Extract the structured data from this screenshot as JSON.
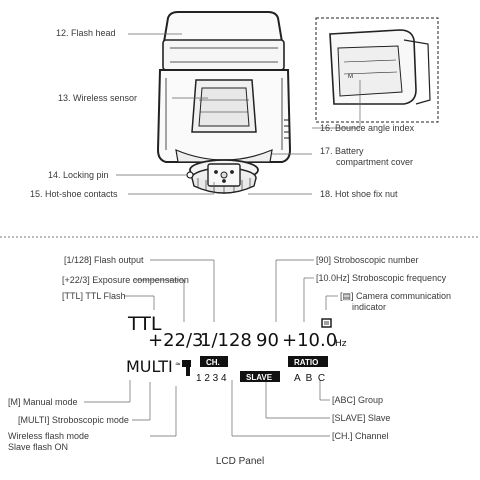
{
  "top_section": {
    "left_labels": [
      {
        "id": "flash-head",
        "text": "12. Flash head"
      },
      {
        "id": "wireless-sensor",
        "text": "13. Wireless sensor"
      },
      {
        "id": "locking-pin",
        "text": "14. Locking pin"
      },
      {
        "id": "hot-shoe-contacts",
        "text": "15. Hot-shoe contacts"
      }
    ],
    "right_labels": [
      {
        "id": "bounce-angle",
        "text": "16. Bounce angle index"
      },
      {
        "id": "battery-cover-1",
        "text": "17. Battery"
      },
      {
        "id": "battery-cover-2",
        "text": "compartment cover"
      },
      {
        "id": "hot-shoe-nut",
        "text": "18. Hot shoe fix nut"
      }
    ]
  },
  "lcd_panel": {
    "title": "LCD Panel",
    "display": {
      "ttl": "TTL",
      "exposure_comp": "+22/3",
      "flash_output": "1/128",
      "strobo_number": "90",
      "strobo_freq": "+10.0",
      "hz_unit": "Hz",
      "multi": "MULTI",
      "ch_badge": "CH.",
      "ch_numbers": "1 2 3 4",
      "slave_badge": "SLAVE",
      "ratio_badge": "RATIO",
      "groups": "A  B  C"
    },
    "left_labels": [
      {
        "id": "flash-output",
        "text": "[1/128] Flash output"
      },
      {
        "id": "exposure-comp",
        "text": "[+22/3] Exposure compensation"
      },
      {
        "id": "ttl-flash",
        "text": "[TTL] TTL Flash"
      },
      {
        "id": "manual-mode",
        "text": "[M] Manual mode"
      },
      {
        "id": "strobo-mode",
        "text": "[MULTI] Stroboscopic mode"
      },
      {
        "id": "wireless-mode-1",
        "text": "Wireless flash mode"
      },
      {
        "id": "wireless-mode-2",
        "text": "Slave flash ON"
      }
    ],
    "right_labels": [
      {
        "id": "strobo-number",
        "text": "[90] Stroboscopic number"
      },
      {
        "id": "strobo-freq",
        "text": "[10.0Hz] Stroboscopic frequency"
      },
      {
        "id": "camera-comm-1",
        "text": "[▤] Camera communication"
      },
      {
        "id": "camera-comm-2",
        "text": "indicator"
      },
      {
        "id": "group",
        "text": "[ABC] Group"
      },
      {
        "id": "slave",
        "text": "[SLAVE] Slave"
      },
      {
        "id": "channel",
        "text": "[CH.] Channel"
      }
    ]
  }
}
